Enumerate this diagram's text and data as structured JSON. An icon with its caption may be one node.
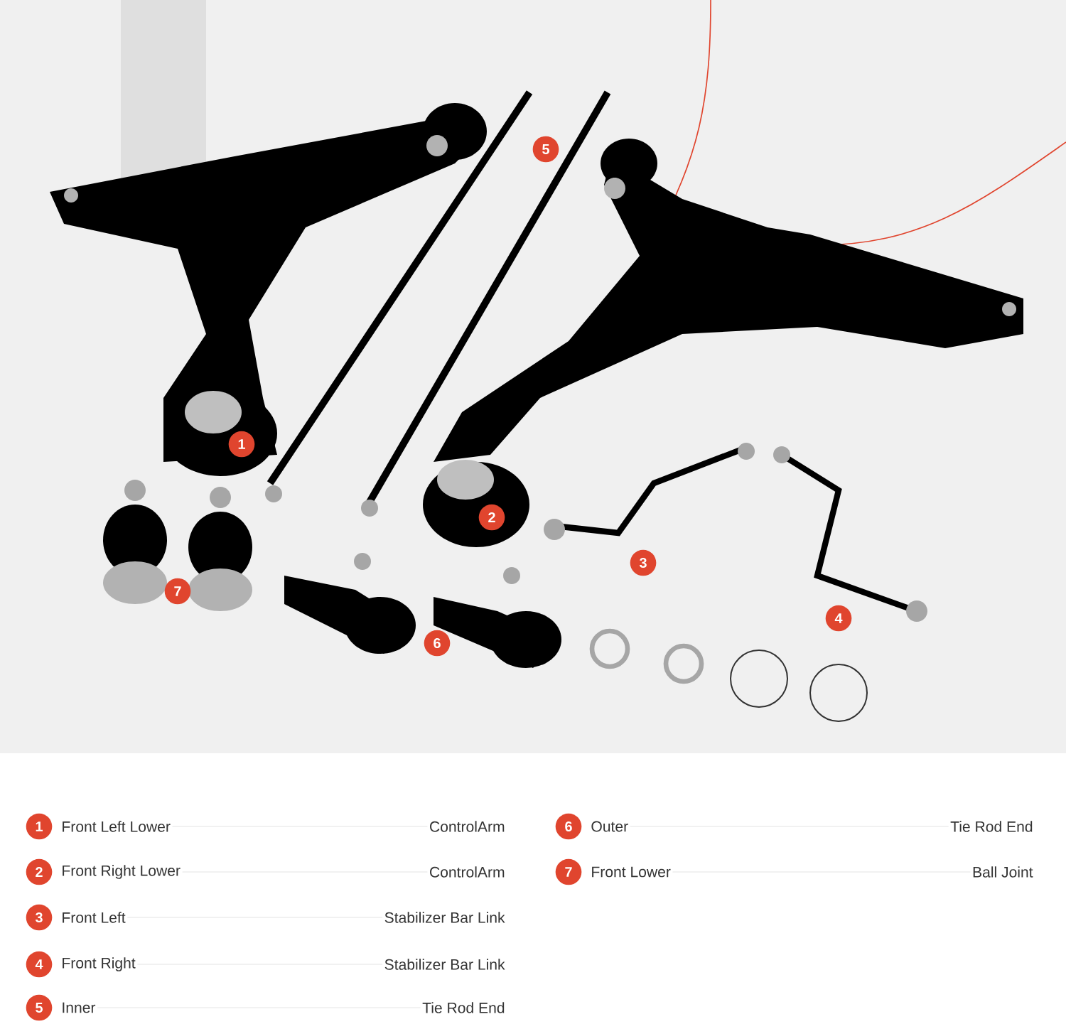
{
  "diagram": {
    "labels": [
      "5",
      "1",
      "2",
      "3",
      "7",
      "4",
      "6",
      "1",
      "Front Left Lower",
      "ControlArm",
      "6",
      "Outer",
      "Tie Rod End",
      "2",
      "Front Right Lower",
      "ControlArm",
      "7",
      "Front Lower",
      "Ball Joint",
      "3",
      "Front Left",
      "Stabilizer Bar Link",
      "4",
      "Front Right",
      "Stabilizer Bar Link",
      "5",
      "Inner",
      "Tie Rod End"
    ]
  }
}
